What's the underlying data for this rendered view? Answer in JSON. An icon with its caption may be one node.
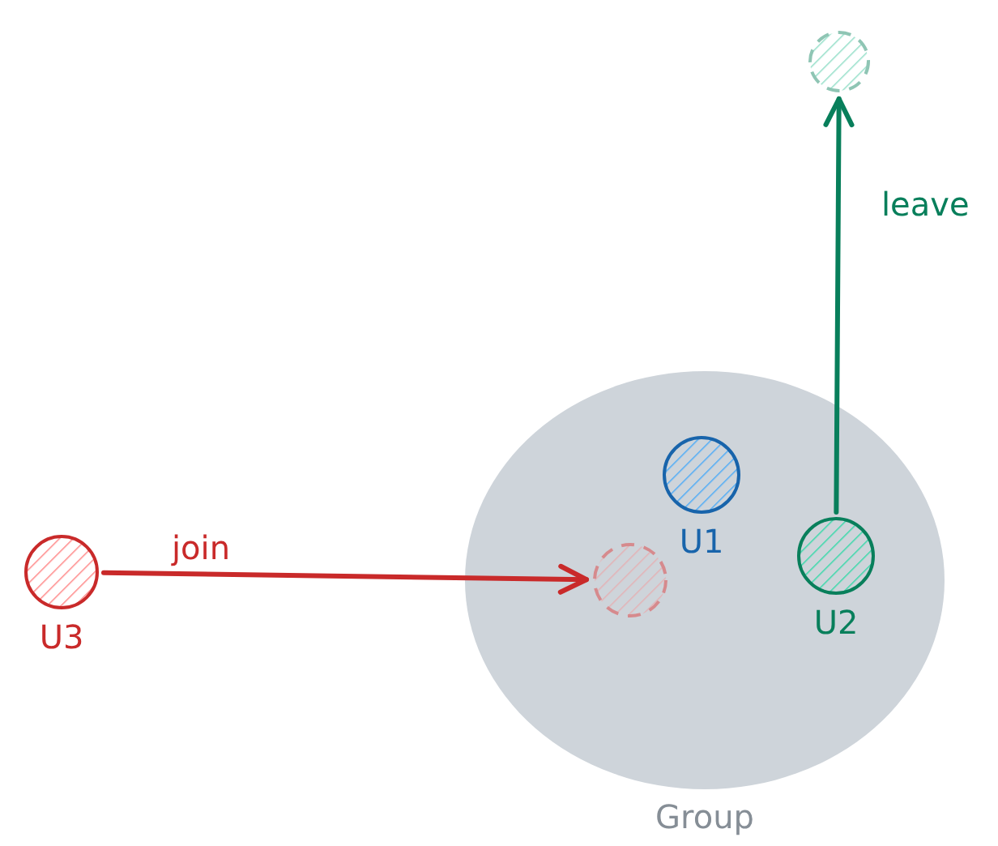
{
  "diagram": {
    "nodes": [
      {
        "text": [],
        "shape": "circle"
      },
      {
        "text": [
          "Group"
        ]
      },
      {
        "text": [
          "U1"
        ],
        "in": 1
      },
      {
        "text": [],
        "shape": "circle",
        "in": 1
      },
      {
        "text": [
          "U2"
        ],
        "in": 1
      },
      {
        "text": [
          "U3"
        ]
      }
    ],
    "edges": [
      {
        "from": 5,
        "to": 3,
        "arrow": "to",
        "label": "join",
        "color": "#c92a2a"
      },
      {
        "from": 4,
        "to": 0,
        "arrow": "to",
        "label": "leave",
        "color": "#087f5b"
      }
    ]
  }
}
